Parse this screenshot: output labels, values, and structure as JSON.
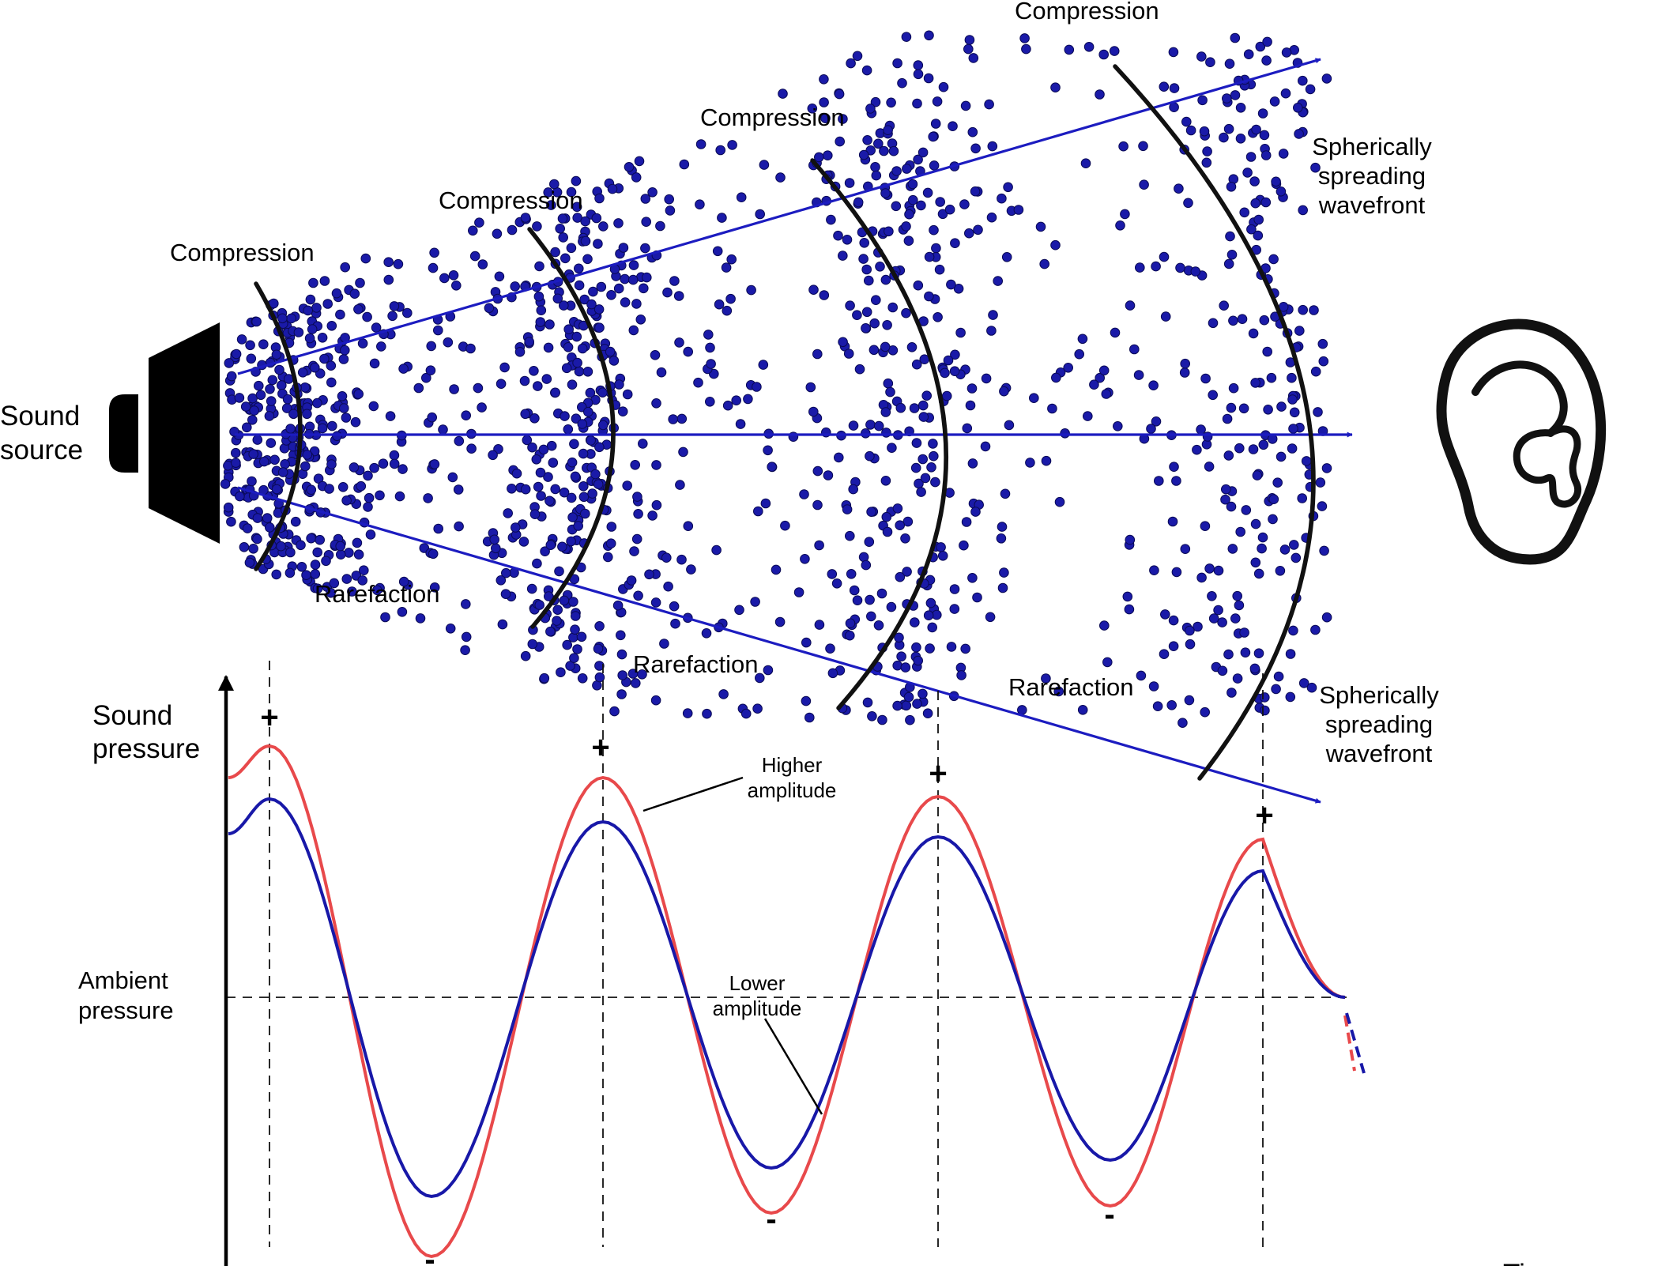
{
  "labels": {
    "sound_source": [
      "Sound",
      "source"
    ],
    "compressions": [
      "Compression",
      "Compression",
      "Compression",
      "Compression"
    ],
    "rarefactions": [
      "Rarefaction",
      "Rarefaction",
      "Rarefaction"
    ],
    "wavefront_top": [
      "Spherically",
      "spreading",
      "wavefront"
    ],
    "wavefront_bottom": [
      "Spherically",
      "spreading",
      "wavefront"
    ],
    "y_axis": [
      "Sound",
      "pressure"
    ],
    "x_axis": "Time",
    "ambient": [
      "Ambient",
      "pressure"
    ],
    "higher_amplitude": [
      "Higher",
      "amplitude"
    ],
    "lower_amplitude": [
      "Lower",
      "amplitude"
    ],
    "plus": "+",
    "minus": "-"
  },
  "icons": {
    "speaker": "speaker-icon",
    "ear": "ear-icon"
  },
  "colors": {
    "particles": "#1a1aa8",
    "arrows": "#1c1cc0",
    "wavefronts": "#000000",
    "higher_amplitude_curve": "#e8494b",
    "lower_amplitude_curve": "#1818a8",
    "axes": "#000000"
  }
}
